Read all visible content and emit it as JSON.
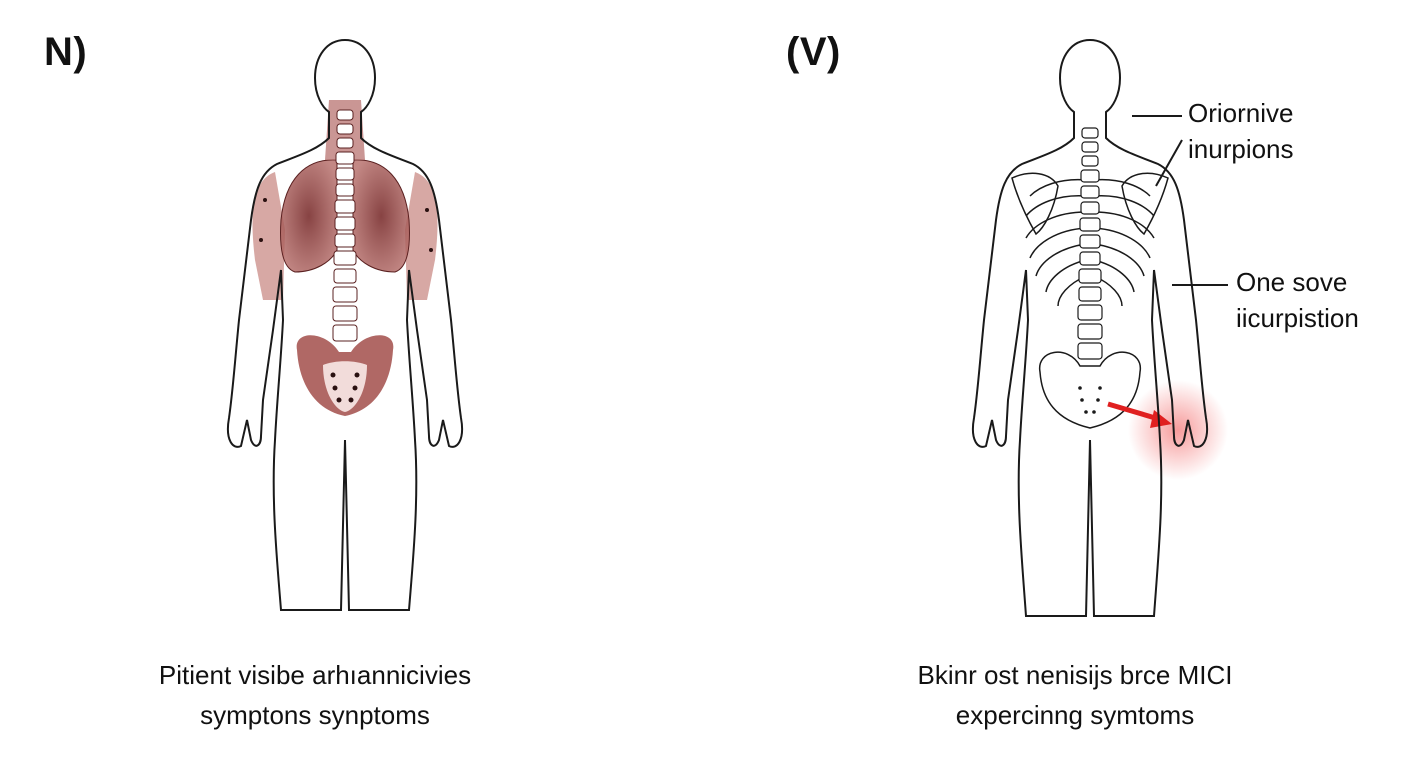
{
  "panels": [
    {
      "label": "N)",
      "caption_lines": [
        "Pitient visibe arhıannicivies",
        "symptons synptoms"
      ]
    },
    {
      "label": "(V)",
      "caption_lines": [
        "Bkinr ost nenisijs brce MICI",
        "expercinng symtoms"
      ],
      "callouts": [
        {
          "lines": [
            "Oriornive",
            "inurpions"
          ]
        },
        {
          "lines": [
            "One sove",
            "iicurpistion"
          ]
        }
      ]
    }
  ],
  "colors": {
    "outline": "#1a1a1a",
    "tissue": "#8e3a3a",
    "tissue_light": "#c98b86",
    "bone": "#ffffff",
    "arrow": "#e02020",
    "pain_glow": "#f04a4a"
  }
}
